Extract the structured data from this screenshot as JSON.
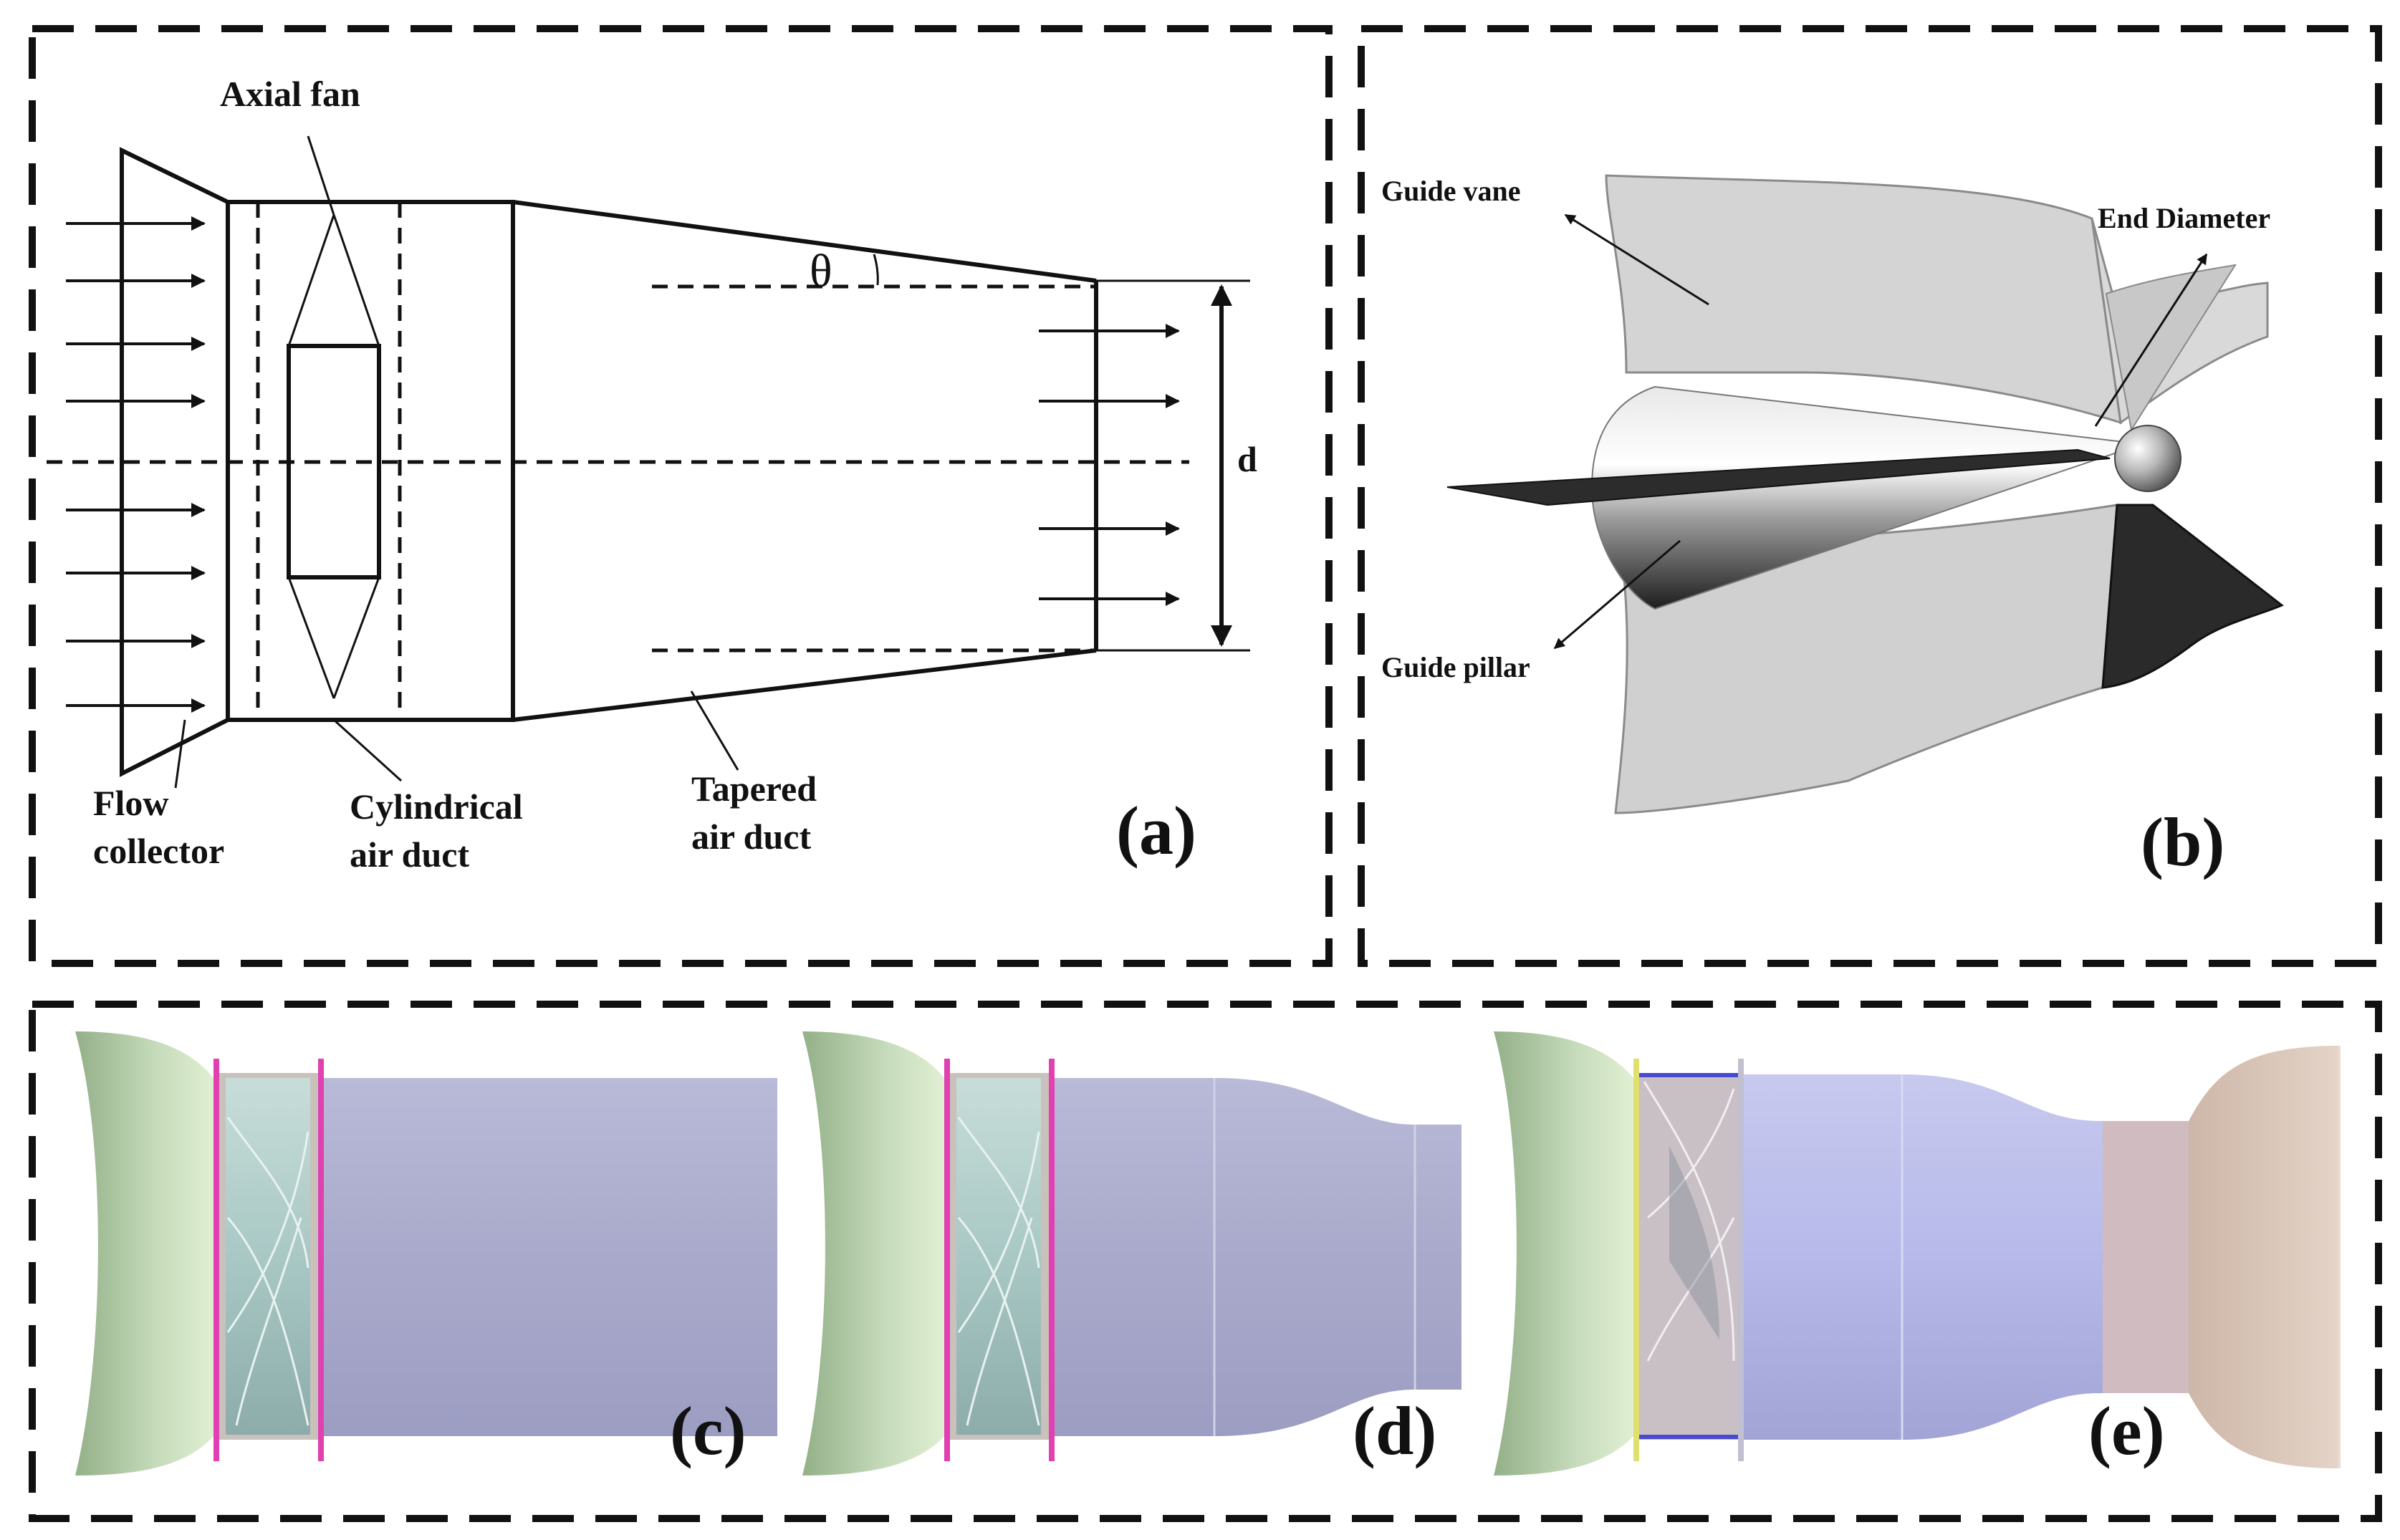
{
  "panels": {
    "a": {
      "tag": "(a)",
      "labels": {
        "axial_fan": "Axial fan",
        "flow": "Flow",
        "collector": "collector",
        "cylindrical": "Cylindrical",
        "cyl_air_duct": "air duct",
        "tapered": "Tapered",
        "tap_air_duct": "air duct",
        "theta": "θ",
        "d": "d"
      }
    },
    "b": {
      "tag": "(b)",
      "labels": {
        "guide_vane": "Guide vane",
        "end_diameter": "End Diameter",
        "guide_pillar": "Guide pillar"
      }
    },
    "c": {
      "tag": "(c)"
    },
    "d": {
      "tag": "(d)"
    },
    "e": {
      "tag": "(e)"
    }
  },
  "colors": {
    "collector_green": "#b9d3ad",
    "duct_lavender": "#a8a9cc",
    "fan_teal": "#a9cccb",
    "flange_magenta": "#e040b0",
    "flange_blue": "#4a4ad0",
    "flange_yellow": "#e0e070",
    "rear_tan": "#d9c4b6",
    "vane_grey": "#d4d4d4"
  }
}
